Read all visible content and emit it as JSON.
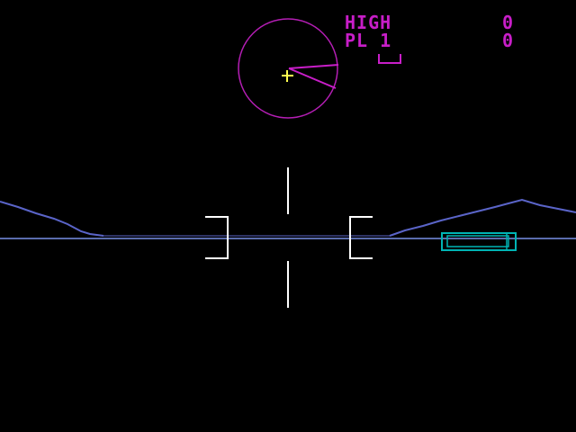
{
  "hud": {
    "high_label": "HIGH",
    "high_score": "0",
    "player_label": "PL 1",
    "player_score": "0",
    "lives_remaining": 1
  },
  "colors": {
    "background": "#000000",
    "hud_text": "#c81ec8",
    "radar": "#b41eb4",
    "radar_center": "#ffff50",
    "horizon": "#7890e6",
    "mountains": "#5a64c8",
    "reticle": "#ffffff",
    "enemy_tank": "#00b4b4"
  },
  "icons": {
    "radar": "radar-scope-icon",
    "lives": "tank-life-icon",
    "reticle": "crosshair-reticle-icon",
    "enemy": "enemy-tank-icon"
  }
}
